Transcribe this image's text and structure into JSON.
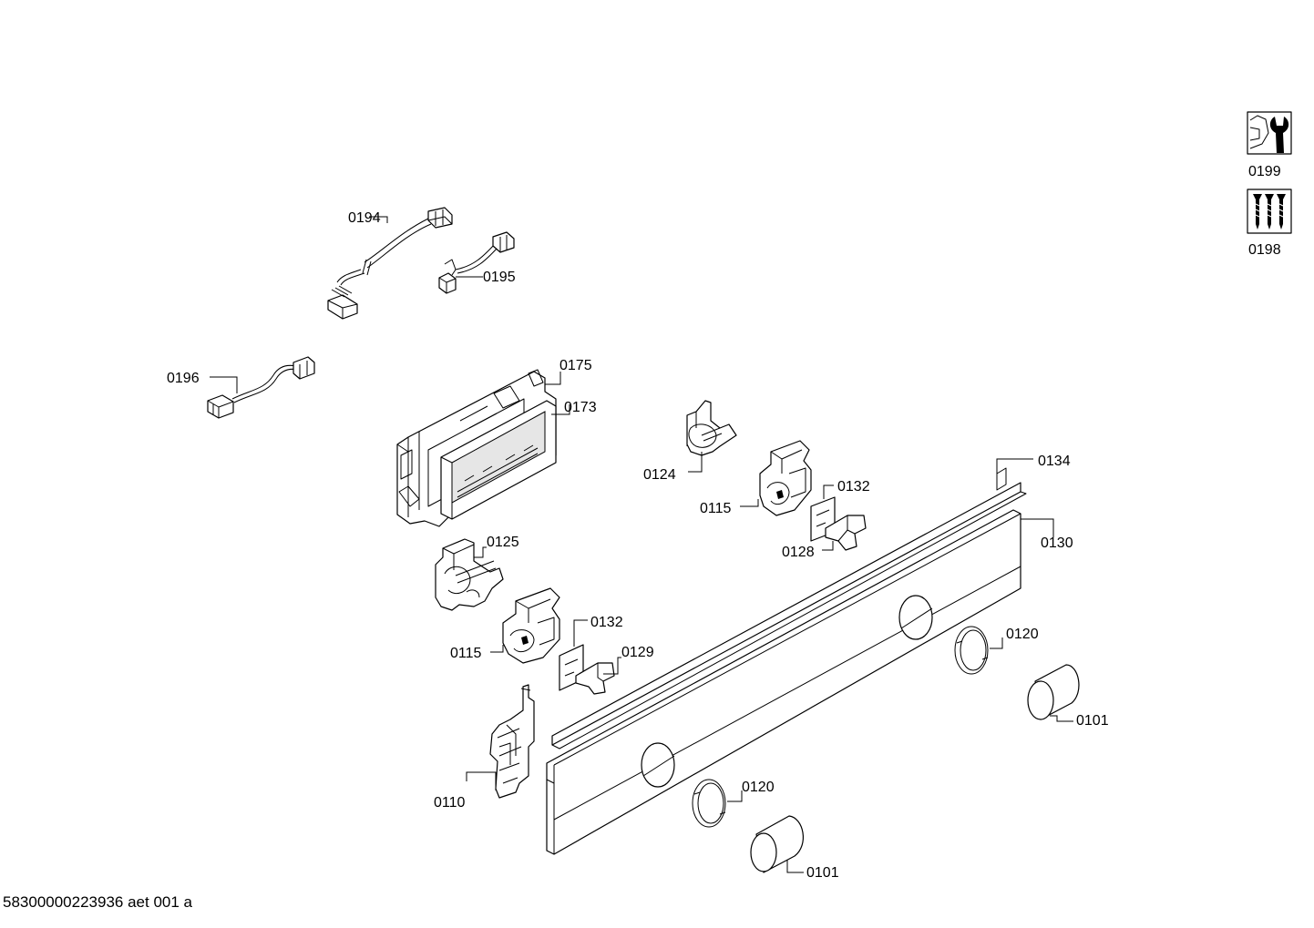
{
  "labels": {
    "p0199": "0199",
    "p0198": "0198",
    "p0194": "0194",
    "p0195": "0195",
    "p0196": "0196",
    "p0175": "0175",
    "p0173": "0173",
    "p0124": "0124",
    "p0115a": "0115",
    "p0132a": "0132",
    "p0128": "0128",
    "p0134": "0134",
    "p0130": "0130",
    "p0125": "0125",
    "p0115b": "0115",
    "p0132b": "0132",
    "p0129": "0129",
    "p0120a": "0120",
    "p0101a": "0101",
    "p0110": "0110",
    "p0120b": "0120",
    "p0101b": "0101"
  },
  "icons": {
    "p0199": "wrench-tool-icon",
    "p0198": "screws-icon"
  },
  "footer": {
    "code": "58300000223936 aet 001 a"
  }
}
